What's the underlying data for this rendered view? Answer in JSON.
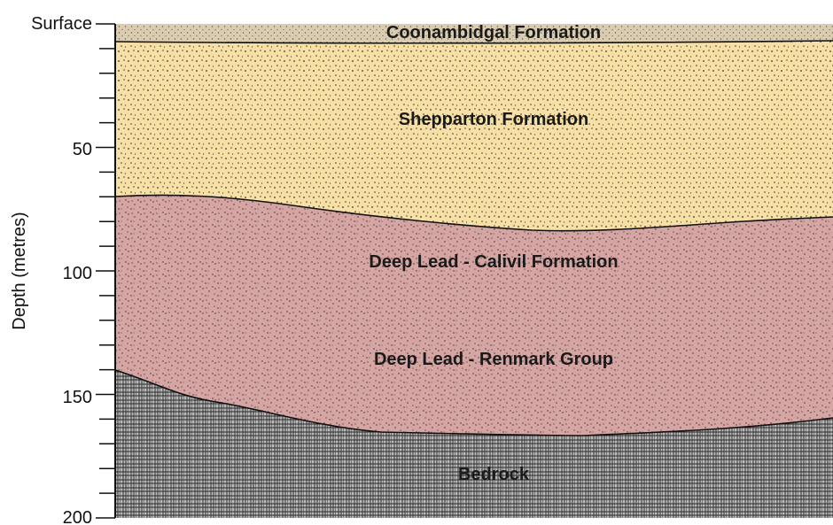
{
  "axis": {
    "label": "Depth (metres)",
    "surface_label": "Surface",
    "ticks": [
      {
        "depth": 50,
        "label": "50"
      },
      {
        "depth": 100,
        "label": "100"
      },
      {
        "depth": 150,
        "label": "150"
      },
      {
        "depth": 200,
        "label": "200"
      }
    ]
  },
  "layers": [
    {
      "key": "coonambidgal",
      "label": "Coonambidgal Formation",
      "color": "#d9ccb0"
    },
    {
      "key": "shepparton",
      "label": "Shepparton Formation",
      "color": "#f7e0a6"
    },
    {
      "key": "calivil",
      "label": "Deep Lead - Calivil Formation",
      "color": "#d4a5a2"
    },
    {
      "key": "renmark",
      "label": "Deep Lead - Renmark Group",
      "color": "#d4a5a2"
    },
    {
      "key": "bedrock",
      "label": "Bedrock",
      "color": "#b9b9b9"
    }
  ]
}
